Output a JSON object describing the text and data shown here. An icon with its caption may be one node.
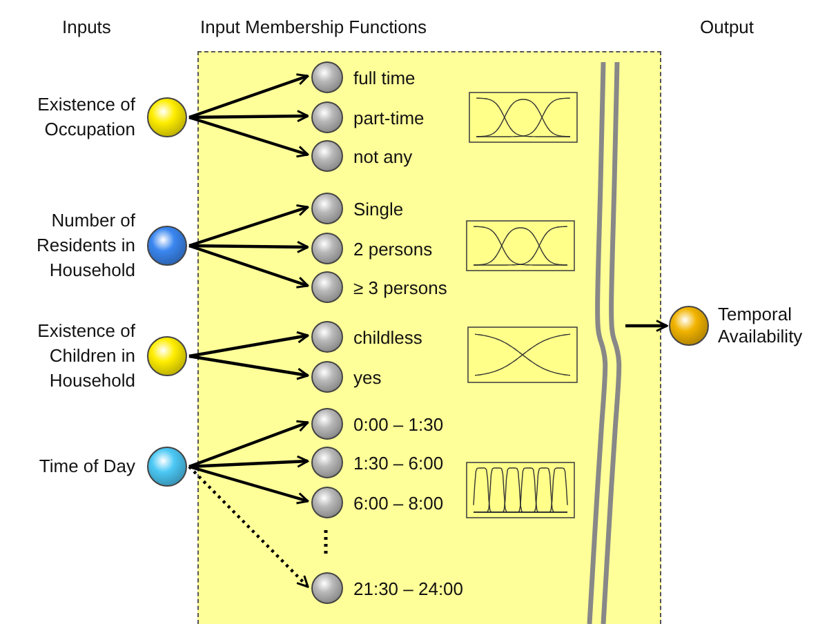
{
  "diagram": {
    "nodes": [
      {
        "text": [],
        "shape": "box"
      },
      {
        "text": [
          "Existence of Occupation"
        ]
      },
      {
        "text": [
          "full time"
        ],
        "in": 0
      },
      {
        "text": [
          "part-time"
        ],
        "in": 0
      },
      {
        "text": [
          "not any"
        ],
        "in": 0
      },
      {
        "text": [
          "Number of Residents in Household"
        ]
      },
      {
        "text": [
          "Single"
        ],
        "in": 0
      },
      {
        "text": [
          "2 persons"
        ],
        "in": 0
      },
      {
        "text": [
          "≥ 3 persons"
        ],
        "in": 0
      },
      {
        "text": [
          "Existence of Children in Household"
        ]
      },
      {
        "text": [
          "childless"
        ],
        "in": 0
      },
      {
        "text": [
          "yes"
        ],
        "in": 0
      },
      {
        "text": [
          "Time of Day"
        ]
      },
      {
        "text": [
          "0:00 – 1:30"
        ],
        "in": 0
      },
      {
        "text": [
          "1:30 – 6:00"
        ],
        "in": 0
      },
      {
        "text": [
          "6:00 – 8:00"
        ],
        "in": 0
      },
      {
        "text": [
          "21:30 – 24:00"
        ],
        "in": 0
      },
      {
        "text": [
          "Temporal Availability"
        ]
      }
    ],
    "edges": [
      {
        "from": 1,
        "to": 2,
        "arrow": "to"
      },
      {
        "from": 1,
        "to": 3,
        "arrow": "to"
      },
      {
        "from": 1,
        "to": 4,
        "arrow": "to"
      },
      {
        "from": 5,
        "to": 6,
        "arrow": "to"
      },
      {
        "from": 5,
        "to": 7,
        "arrow": "to"
      },
      {
        "from": 5,
        "to": 8,
        "arrow": "to"
      },
      {
        "from": 9,
        "to": 10,
        "arrow": "to"
      },
      {
        "from": 9,
        "to": 11,
        "arrow": "to"
      },
      {
        "from": 12,
        "to": 13,
        "arrow": "to"
      },
      {
        "from": 12,
        "to": 14,
        "arrow": "to"
      },
      {
        "from": 12,
        "to": 15,
        "arrow": "to"
      },
      {
        "from": 12,
        "to": 16,
        "arrow": "to",
        "style": "dashed"
      },
      {
        "from": null,
        "to": 17,
        "arrow": "to"
      }
    ],
    "labels": [
      "Inputs",
      "Input Membership Functions",
      "Output"
    ]
  }
}
